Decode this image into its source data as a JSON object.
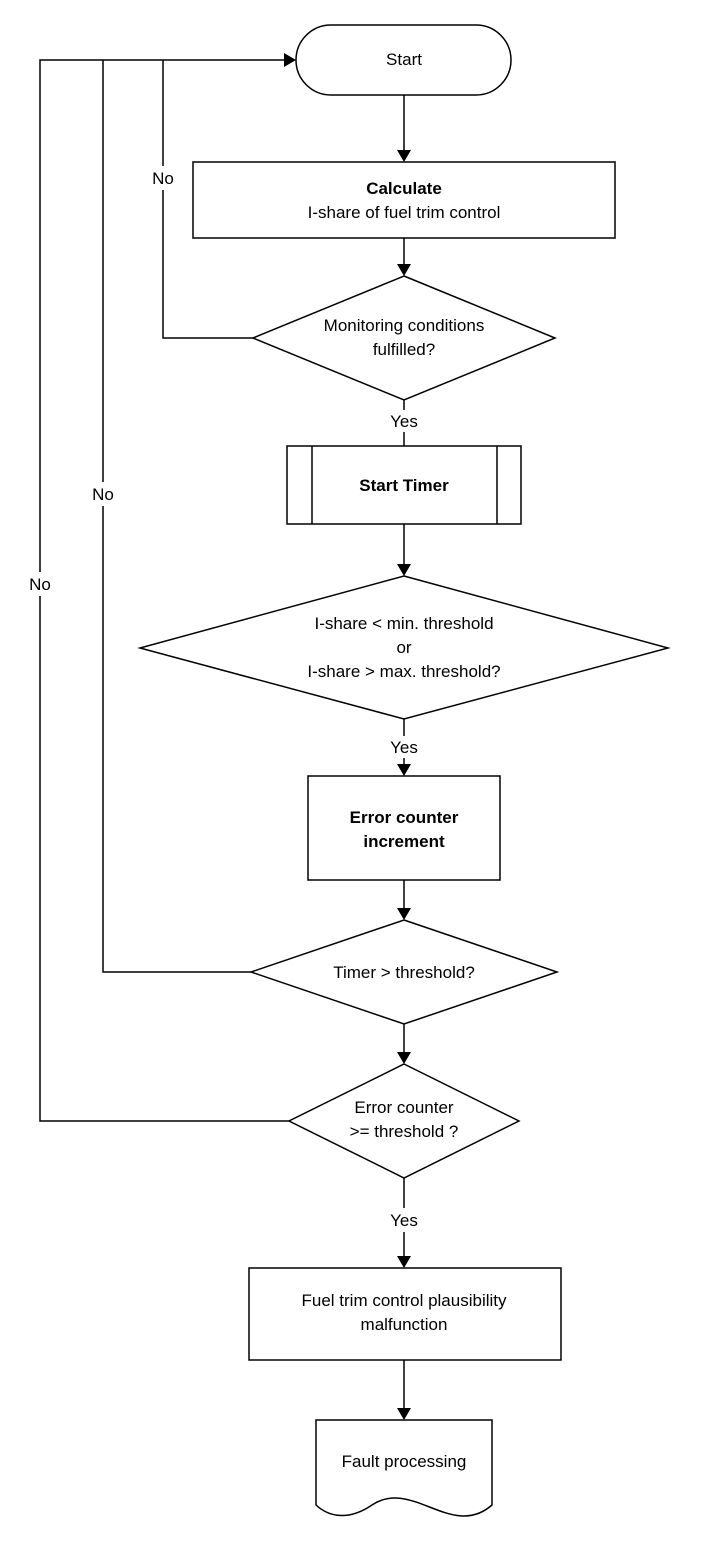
{
  "flowchart": {
    "start": {
      "label": "Start"
    },
    "calculate": {
      "line1": "Calculate",
      "line2": "I-share of fuel trim control"
    },
    "monitoring": {
      "line1": "Monitoring  conditions",
      "line2": "fulfilled?"
    },
    "start_timer": {
      "label": "Start Timer"
    },
    "ishare_check": {
      "line1": "I-share < min. threshold",
      "line2": "or",
      "line3": "I-share > max. threshold?"
    },
    "error_increment": {
      "line1": "Error counter",
      "line2": "increment"
    },
    "timer_check": {
      "label": "Timer > threshold?"
    },
    "error_check": {
      "line1": "Error counter",
      "line2": ">= threshold ?"
    },
    "malfunction": {
      "line1": "Fuel trim control plausibility",
      "line2": "malfunction"
    },
    "fault": {
      "label": "Fault processing"
    },
    "edges": {
      "monitoring_no": "No",
      "timer_no": "No",
      "error_no": "No",
      "monitoring_yes": "Yes",
      "ishare_yes": "Yes",
      "error_yes": "Yes"
    }
  }
}
